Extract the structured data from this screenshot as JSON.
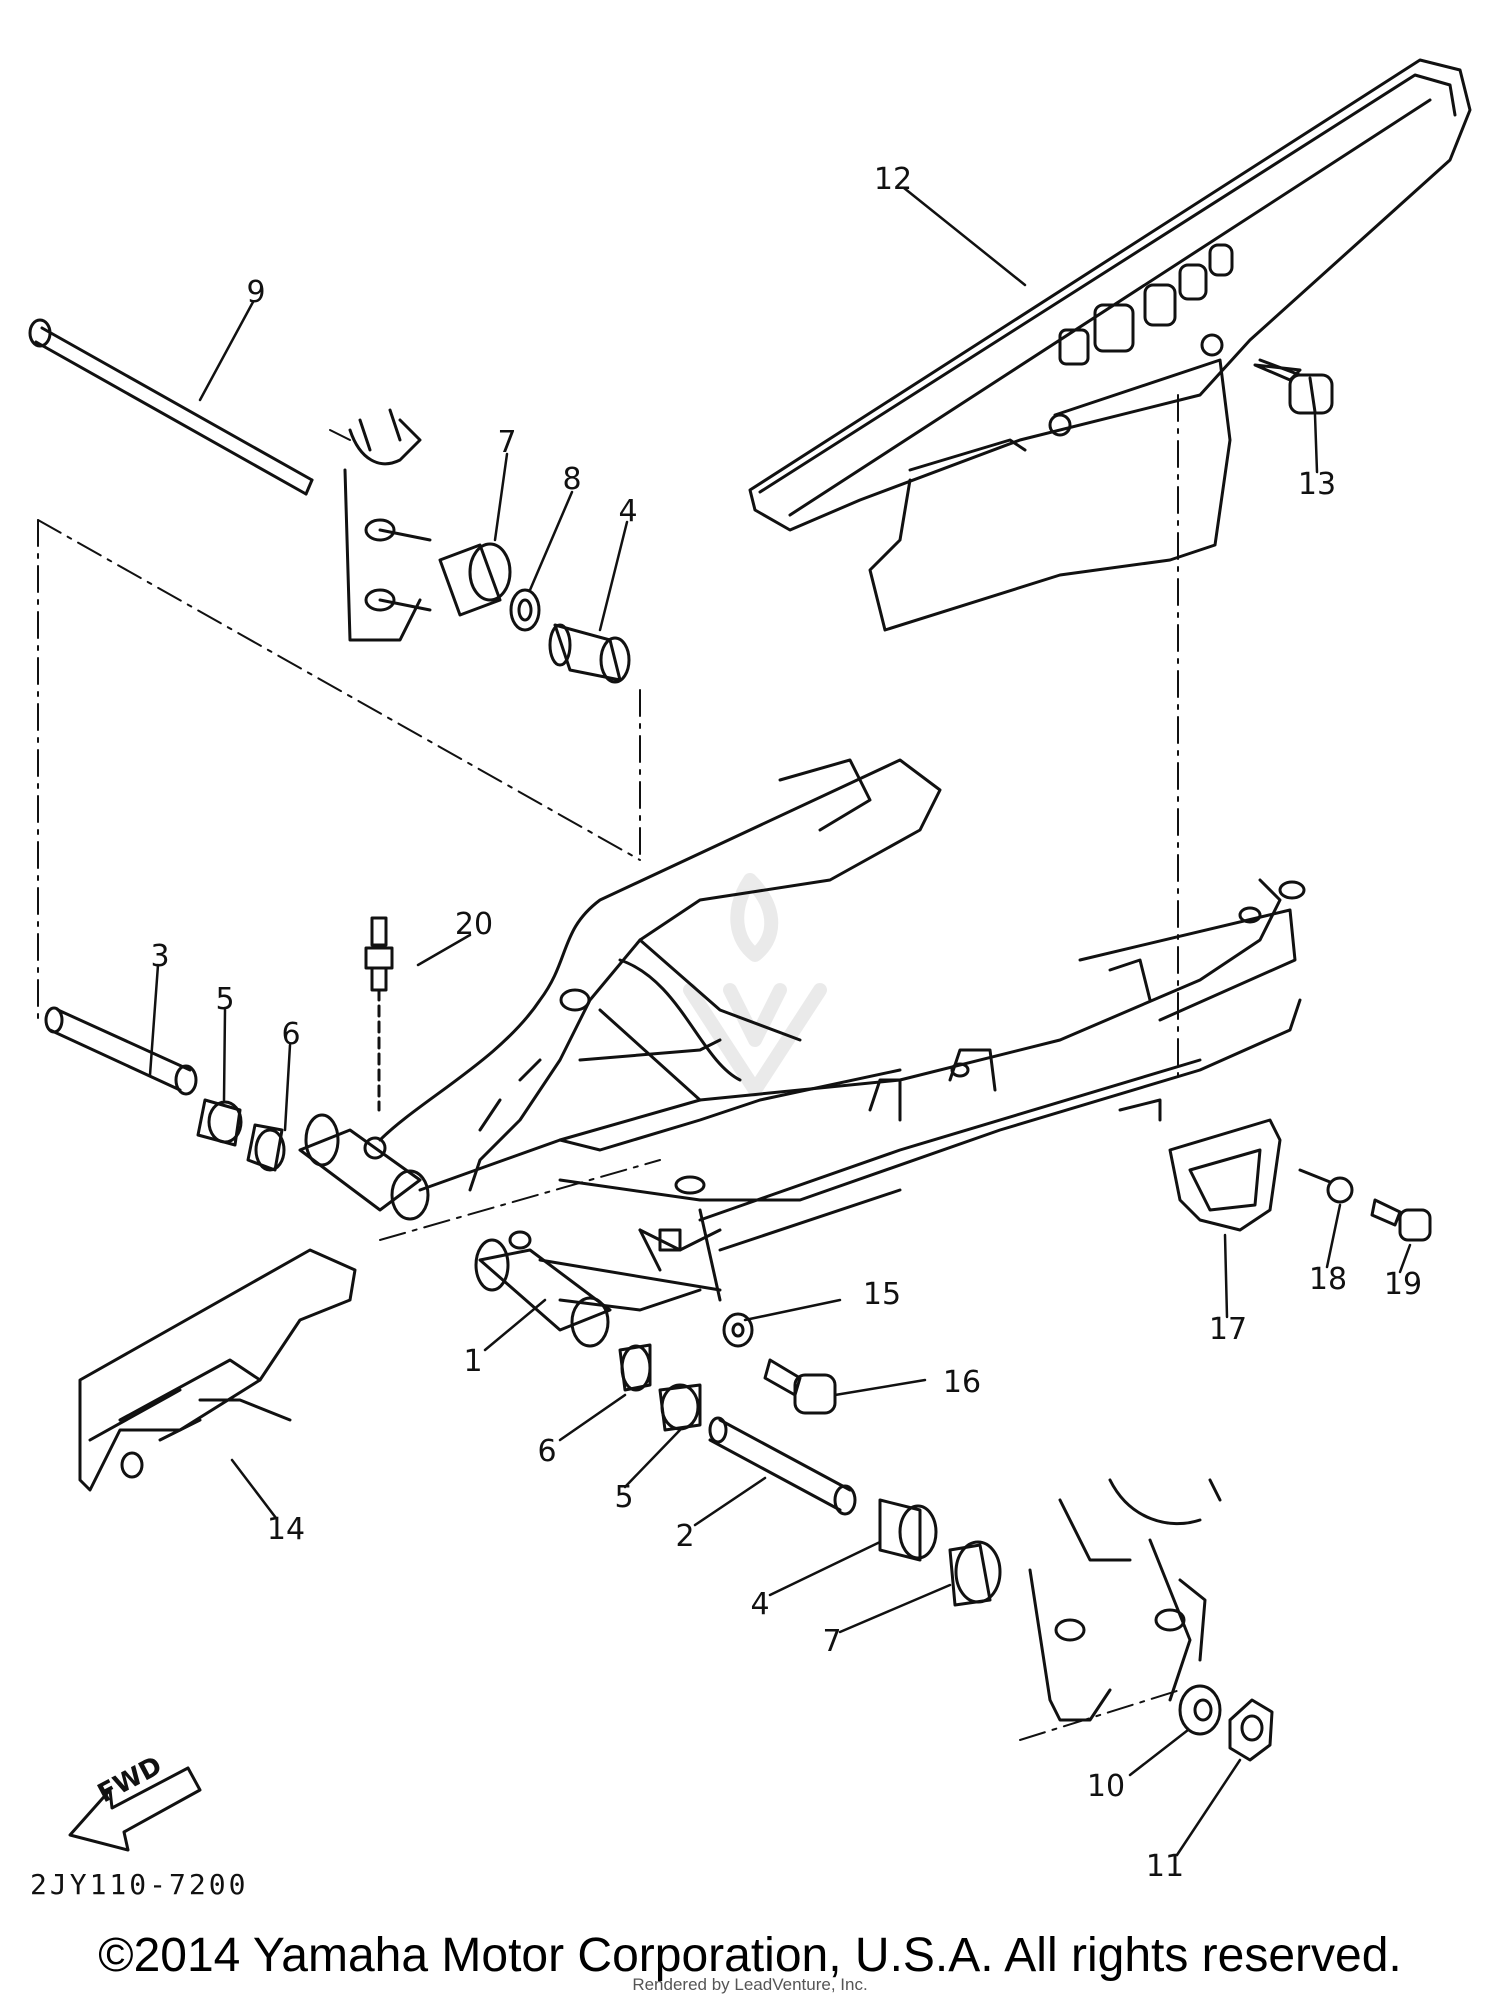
{
  "diagram": {
    "code": "2JY110-7200",
    "fwd_label": "FWD",
    "copyright": "©2014 Yamaha Motor Corporation, U.S.A. All rights reserved.",
    "rendered_by": "Rendered by LeadVenture, Inc.",
    "callouts": {
      "c1": "1",
      "c2": "2",
      "c3": "3",
      "c4a": "4",
      "c4b": "4",
      "c5a": "5",
      "c5b": "5",
      "c6a": "6",
      "c6b": "6",
      "c7a": "7",
      "c7b": "7",
      "c8": "8",
      "c9": "9",
      "c10": "10",
      "c11": "11",
      "c12": "12",
      "c13": "13",
      "c14": "14",
      "c15": "15",
      "c16": "16",
      "c17": "17",
      "c18": "18",
      "c19": "19",
      "c20": "20"
    }
  }
}
